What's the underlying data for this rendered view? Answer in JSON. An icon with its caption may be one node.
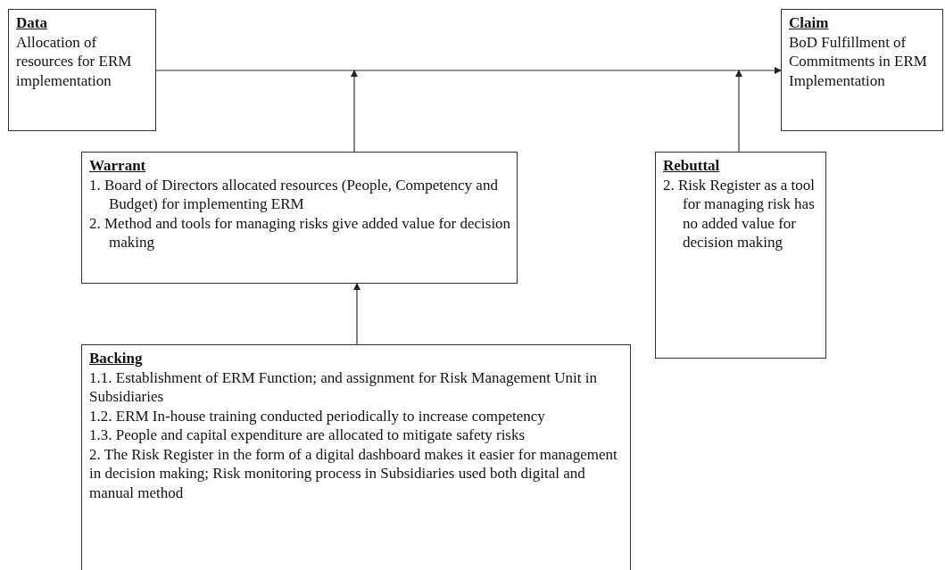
{
  "diagram": {
    "nodes": [
      {
        "text": [
          "Data",
          "Allocation of resources for ERM implementation"
        ]
      },
      {
        "text": [
          "Claim",
          "BoD Fulfillment of Commitments in ERM Implementation"
        ]
      },
      {
        "text": [
          "Warrant",
          "1. Board of Directors allocated resources (People, Competency and Budget) for implementing ERM",
          "2. Method and tools for managing risks give added value for decision making"
        ]
      },
      {
        "text": [
          "Rebuttal",
          "2. Risk Register as a tool for managing risk has no added value for decision making"
        ]
      },
      {
        "text": [
          "Backing",
          "1.1. Establishment of ERM Function; and assignment for Risk Management Unit in Subsidiaries",
          "1.2. ERM In-house training conducted periodically to increase competency",
          "1.3. People and capital expenditure are allocated to mitigate safety risks",
          "2. The Risk Register in the form of a digital dashboard makes it easier for management in decision making; Risk monitoring process in Subsidiaries used both digital and manual method"
        ]
      }
    ],
    "edges": [
      {
        "from": 0,
        "to": 1,
        "arrow": "to"
      },
      {
        "from": 2,
        "to": null,
        "arrow": "to"
      },
      {
        "from": 3,
        "to": null,
        "arrow": "to"
      },
      {
        "from": 4,
        "to": 2,
        "arrow": "to"
      }
    ]
  }
}
